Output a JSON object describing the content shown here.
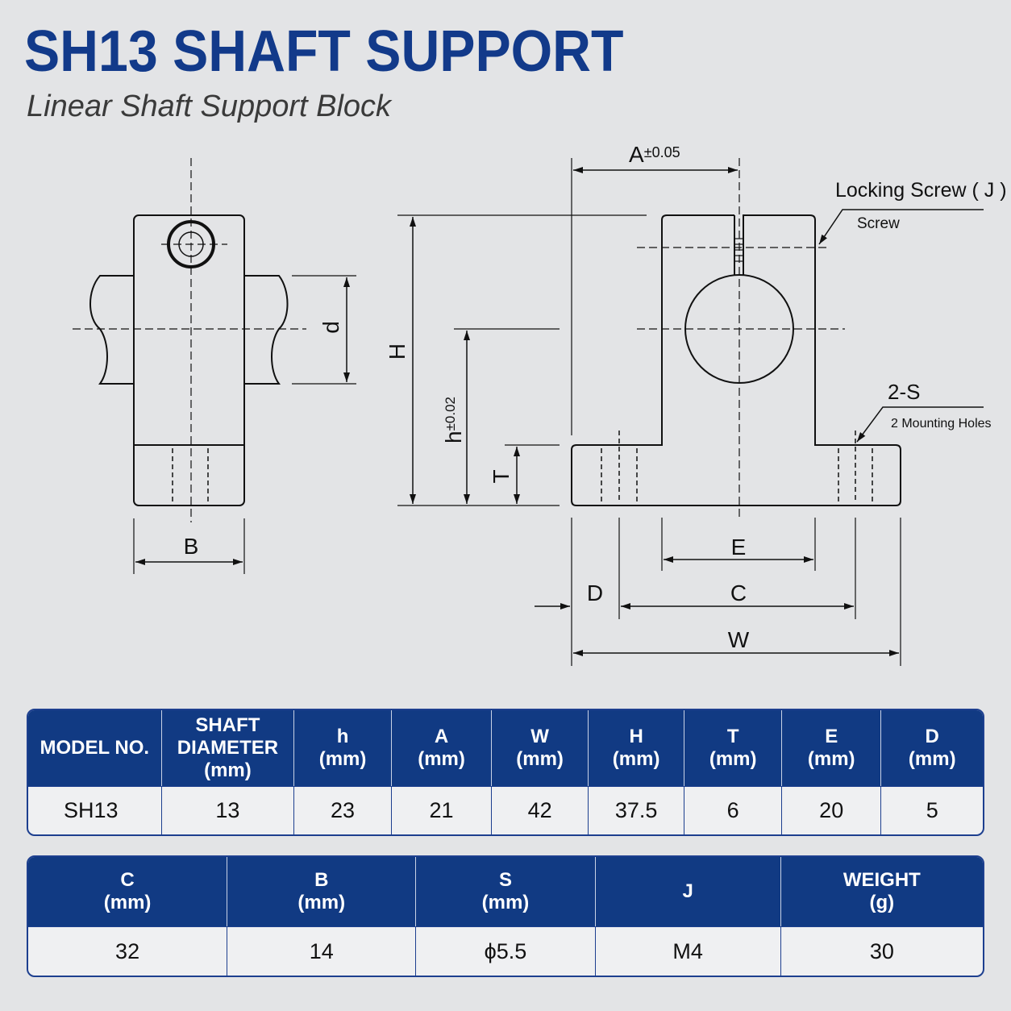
{
  "header": {
    "title": "SH13 SHAFT SUPPORT",
    "subtitle": "Linear Shaft Support Block"
  },
  "drawing": {
    "labels": {
      "A": "A",
      "A_tol": "±0.05",
      "H": "H",
      "h": "h",
      "h_tol": "±0.02",
      "T": "T",
      "d": "d",
      "B": "B",
      "E": "E",
      "C": "C",
      "D": "D",
      "W": "W",
      "locking_screw": "Locking Screw ( J )",
      "screw": "Screw",
      "mount": "2-S",
      "mount_note": "2 Mounting Holes"
    }
  },
  "table1": {
    "headers": [
      [
        "MODEL NO."
      ],
      [
        "SHAFT",
        "DIAMETER",
        "(mm)"
      ],
      [
        "h",
        "(mm)"
      ],
      [
        "A",
        "(mm)"
      ],
      [
        "W",
        "(mm)"
      ],
      [
        "H",
        "(mm)"
      ],
      [
        "T",
        "(mm)"
      ],
      [
        "E",
        "(mm)"
      ],
      [
        "D",
        "(mm)"
      ]
    ],
    "row": [
      "SH13",
      "13",
      "23",
      "21",
      "42",
      "37.5",
      "6",
      "20",
      "5"
    ]
  },
  "table2": {
    "headers": [
      [
        "C",
        "(mm)"
      ],
      [
        "B",
        "(mm)"
      ],
      [
        "S",
        "(mm)"
      ],
      [
        "J"
      ],
      [
        "WEIGHT",
        "(g)"
      ]
    ],
    "row": [
      "32",
      "14",
      "ϕ5.5",
      "M4",
      "30"
    ]
  },
  "colors": {
    "title": "#123a8a",
    "table_header_bg": "#113a83",
    "background": "#e3e4e6"
  }
}
